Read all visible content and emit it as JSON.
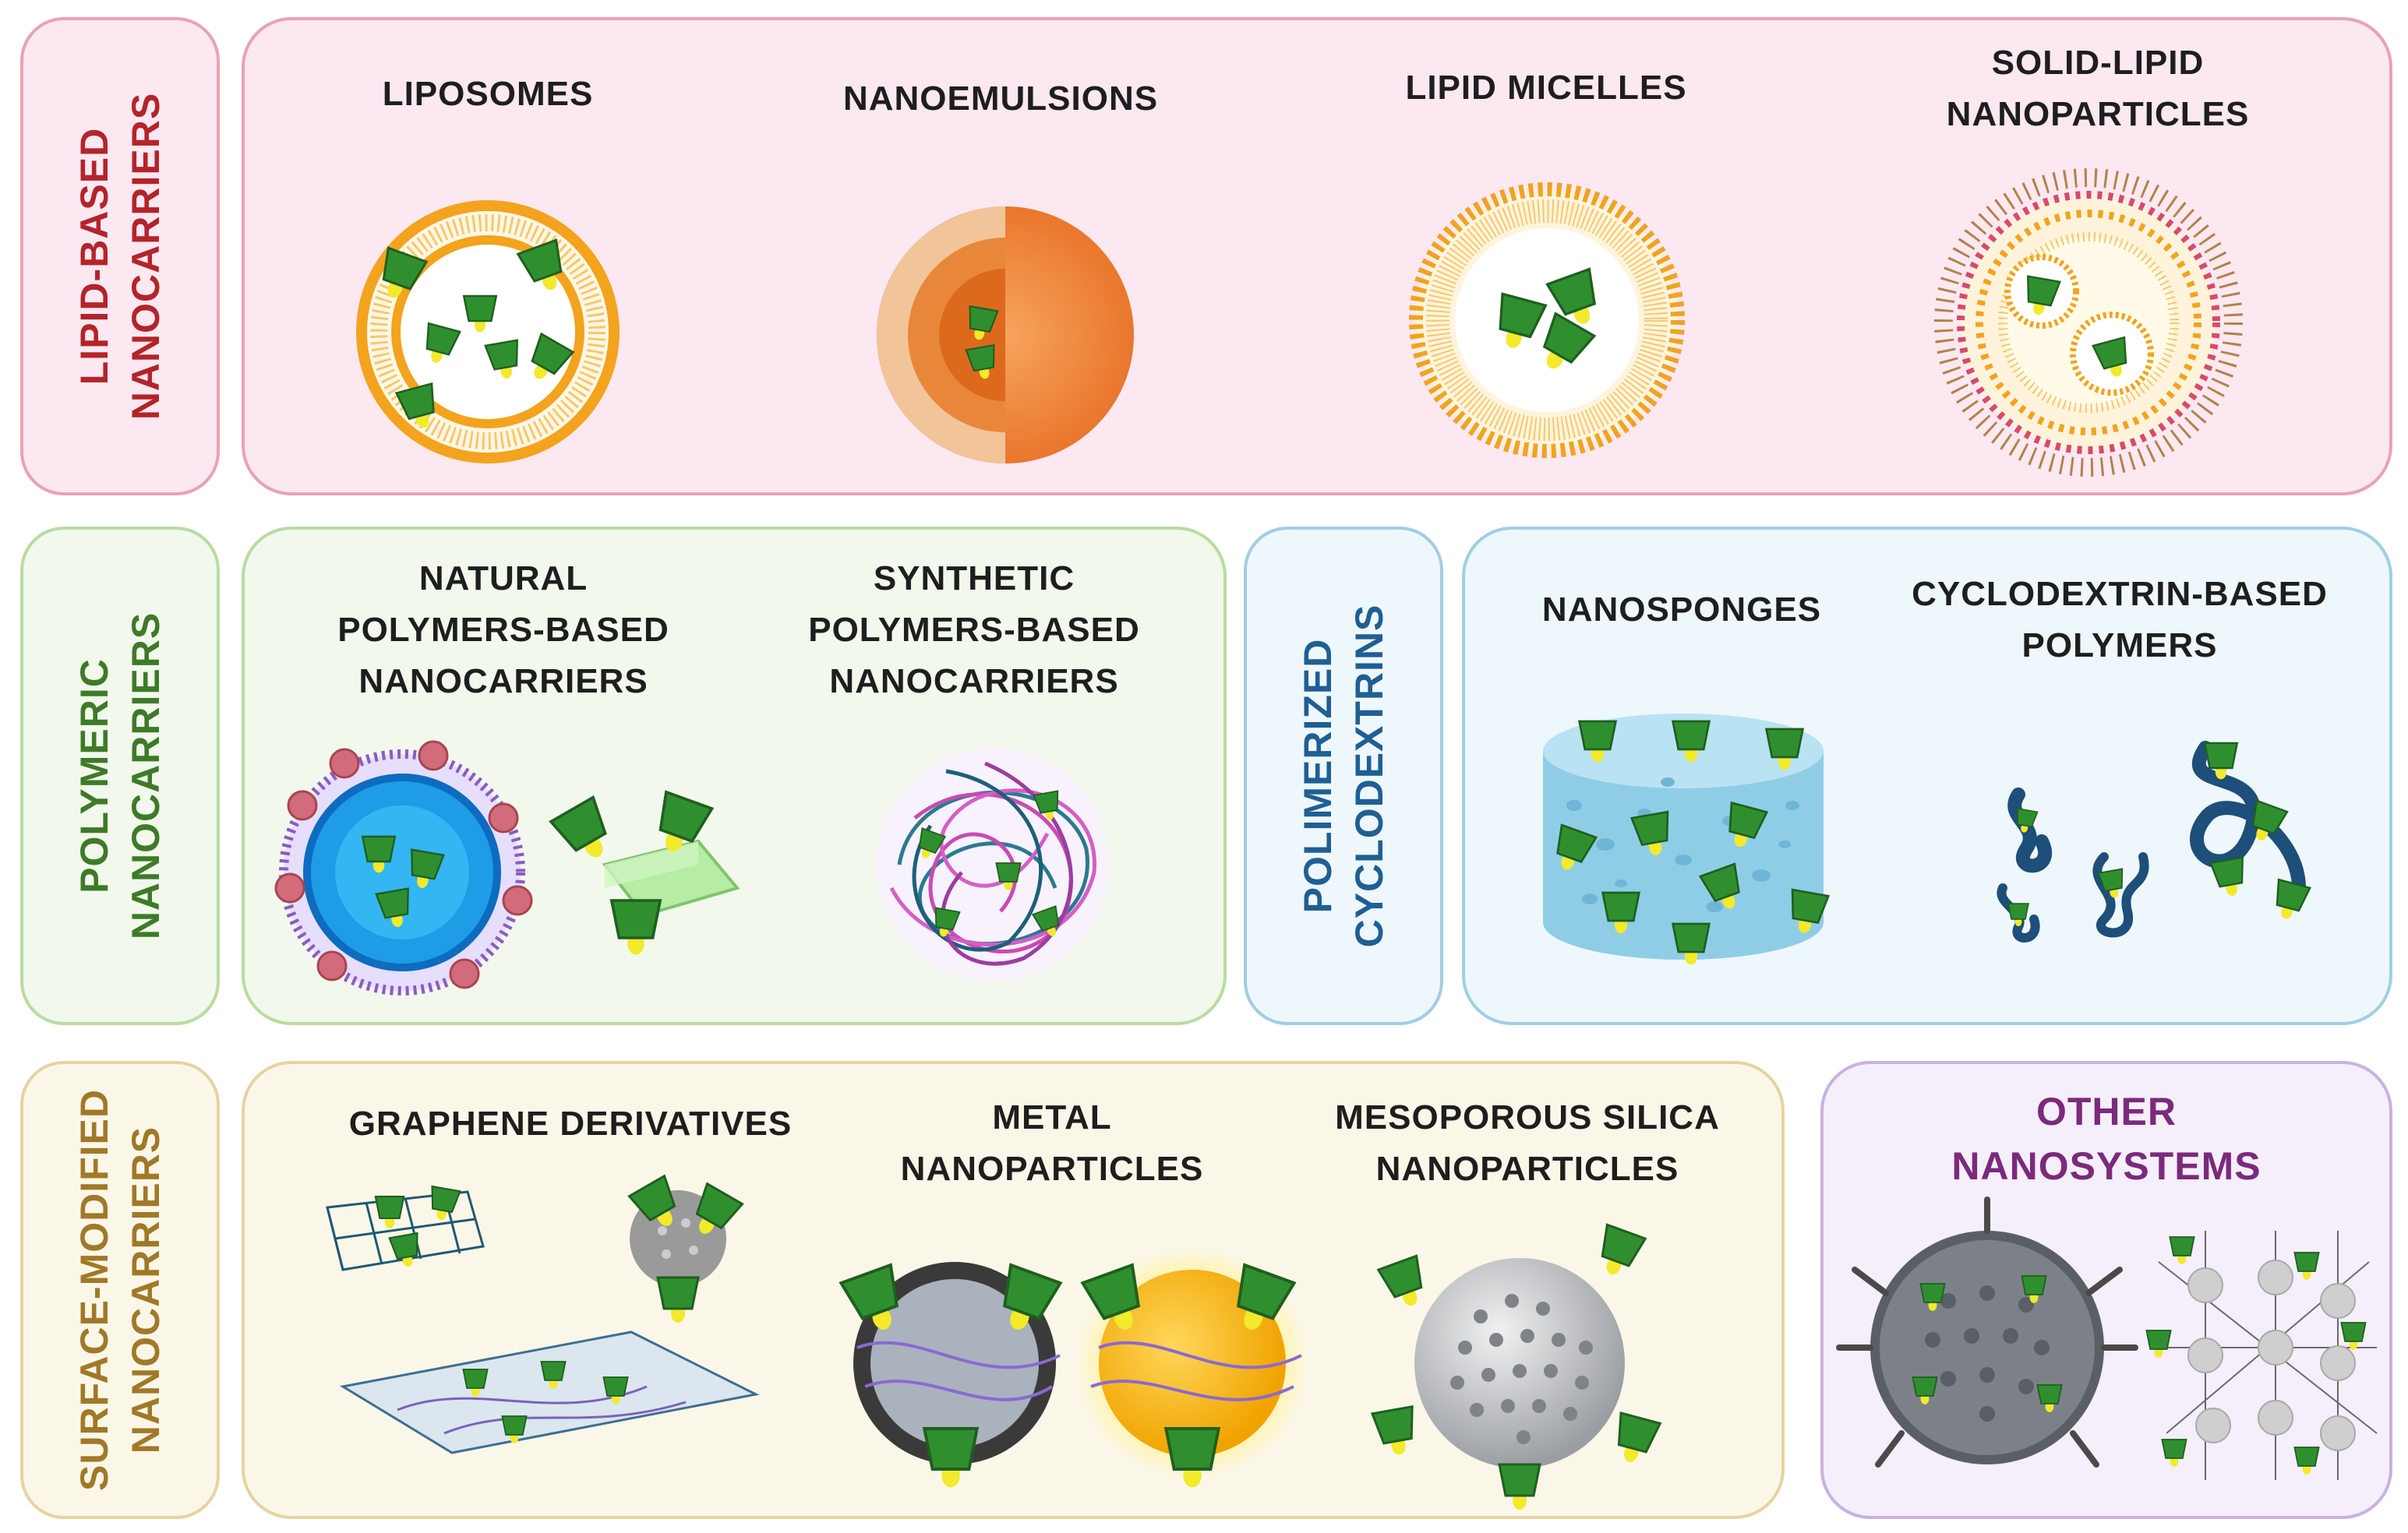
{
  "colors": {
    "lipid_border": "#e8a3b3",
    "lipid_fill": "#fbe8f1",
    "lipid_text": "#b3242a",
    "poly_border": "#b9dca0",
    "poly_fill": "#f2f8ec",
    "poly_text": "#3e7a28",
    "cyclo_border": "#9fcfe0",
    "cyclo_fill": "#eef7fb",
    "cyclo_text": "#1f5f93",
    "surf_border": "#e5d3a2",
    "surf_fill": "#fbf7e8",
    "surf_text": "#a07928",
    "other_border": "#c9b1e0",
    "other_fill": "#f5eefb",
    "other_text": "#7b2a7b",
    "drug_green": "#2f8f2f",
    "drug_yellow": "#f2ea2a"
  },
  "categories": {
    "lipid": [
      "LIPID-BASED",
      "NANOCARRIERS"
    ],
    "polymeric": [
      "POLYMERIC",
      "NANOCARRIERS"
    ],
    "cyclodextrins": [
      "POLIMERIZED",
      "CYCLODEXTRINS"
    ],
    "surface": [
      "SURFACE-MODIFIED",
      "NANOCARRIERS"
    ],
    "other": [
      "OTHER",
      "NANOSYSTEMS"
    ]
  },
  "items": {
    "liposomes": [
      "LIPOSOMES"
    ],
    "nanoemulsions": [
      "NANOEMULSIONS"
    ],
    "lipid_micelles": [
      "LIPID MICELLES"
    ],
    "solid_lipid": [
      "SOLID-LIPID",
      "NANOPARTICLES"
    ],
    "natural_polymers": [
      "NATURAL",
      "POLYMERS-BASED",
      "NANOCARRIERS"
    ],
    "synthetic_polymers": [
      "SYNTHETIC",
      "POLYMERS-BASED",
      "NANOCARRIERS"
    ],
    "nanosponges": [
      "NANOSPONGES"
    ],
    "cd_polymers": [
      "CYCLODEXTRIN-BASED",
      "POLYMERS"
    ],
    "graphene": [
      "GRAPHENE DERIVATIVES"
    ],
    "metal": [
      "METAL",
      "NANOPARTICLES"
    ],
    "silica": [
      "MESOPOROUS SILICA",
      "NANOPARTICLES"
    ]
  },
  "icons": [
    "liposome-icon",
    "nanoemulsion-icon",
    "lipid-micelle-icon",
    "solid-lipid-nanoparticle-icon",
    "natural-polymer-nanocarrier-icon",
    "synthetic-polymer-nanocarrier-icon",
    "nanosponge-icon",
    "cyclodextrin-polymer-icon",
    "graphene-icon",
    "metal-nanoparticle-icon",
    "silica-nanoparticle-icon",
    "other-nanosystem-icon"
  ]
}
